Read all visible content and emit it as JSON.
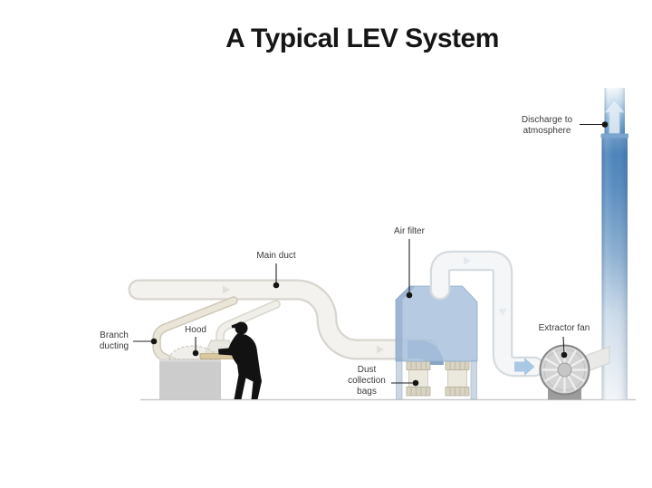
{
  "slide": {
    "title": "A Typical LEV System"
  },
  "diagram": {
    "type": "LEV system schematic",
    "labels": {
      "main_duct": {
        "lines": [
          "Main duct"
        ]
      },
      "branch_ducting": {
        "lines": [
          "Branch",
          "ducting"
        ]
      },
      "hood": {
        "lines": [
          "Hood"
        ]
      },
      "air_filter": {
        "lines": [
          "Air filter"
        ]
      },
      "dust_collection_bags": {
        "lines": [
          "Dust",
          "collection",
          "bags"
        ]
      },
      "extractor_fan": {
        "lines": [
          "Extractor fan"
        ]
      },
      "discharge": {
        "lines": [
          "Discharge to",
          "atmosphere"
        ]
      }
    },
    "colors": {
      "duct_fill": "#f3f2ee",
      "duct_border": "#d8d5cf",
      "branch_fill": "#eae5d9",
      "branch_border": "#cfc8b6",
      "filter_blue": "#a7c0dc",
      "stack_blue": "#4b83ba",
      "fan_gray": "#d4d4d4",
      "machine_gray": "#cccccc",
      "workpiece_tan": "#d9c7a0",
      "silhouette": "#121212",
      "label_text": "#3a3a3a"
    }
  }
}
